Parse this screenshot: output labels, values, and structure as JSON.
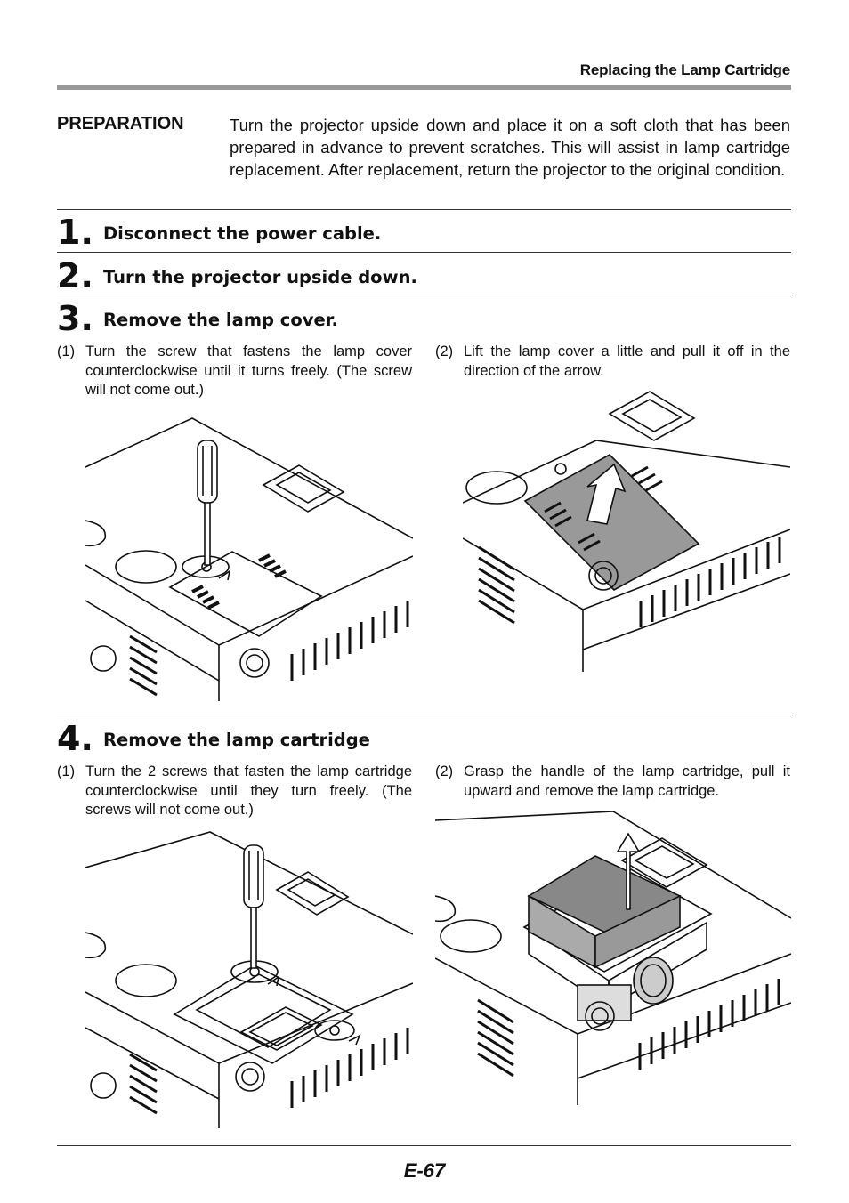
{
  "header": {
    "title": "Replacing the Lamp Cartridge"
  },
  "preparation": {
    "label": "PREPARATION",
    "text": "Turn the projector upside down and place it on a soft cloth that has been prepared in advance to prevent scratches. This will assist in lamp cartridge replacement. After replacement, return the projector to the original condition."
  },
  "steps": [
    {
      "number": "1.",
      "title": "Disconnect the power cable."
    },
    {
      "number": "2.",
      "title": "Turn the projector upside down."
    },
    {
      "number": "3.",
      "title": "Remove the lamp cover.",
      "substeps": [
        {
          "number": "(1)",
          "text": "Turn the screw that fastens the lamp cover counterclockwise until it turns freely. (The screw will not come out.)"
        },
        {
          "number": "(2)",
          "text": "Lift the lamp cover a little and pull it off in the direction of the arrow."
        }
      ]
    },
    {
      "number": "4.",
      "title": "Remove the lamp cartridge",
      "substeps": [
        {
          "number": "(1)",
          "text": "Turn the 2 screws that fasten the lamp cartridge counterclockwise until they turn freely. (The screws will not come out.)"
        },
        {
          "number": "(2)",
          "text": "Grasp the handle of the lamp cartridge, pull it upward and remove the lamp cartridge."
        }
      ]
    }
  ],
  "footer": {
    "page_number": "E-67"
  }
}
